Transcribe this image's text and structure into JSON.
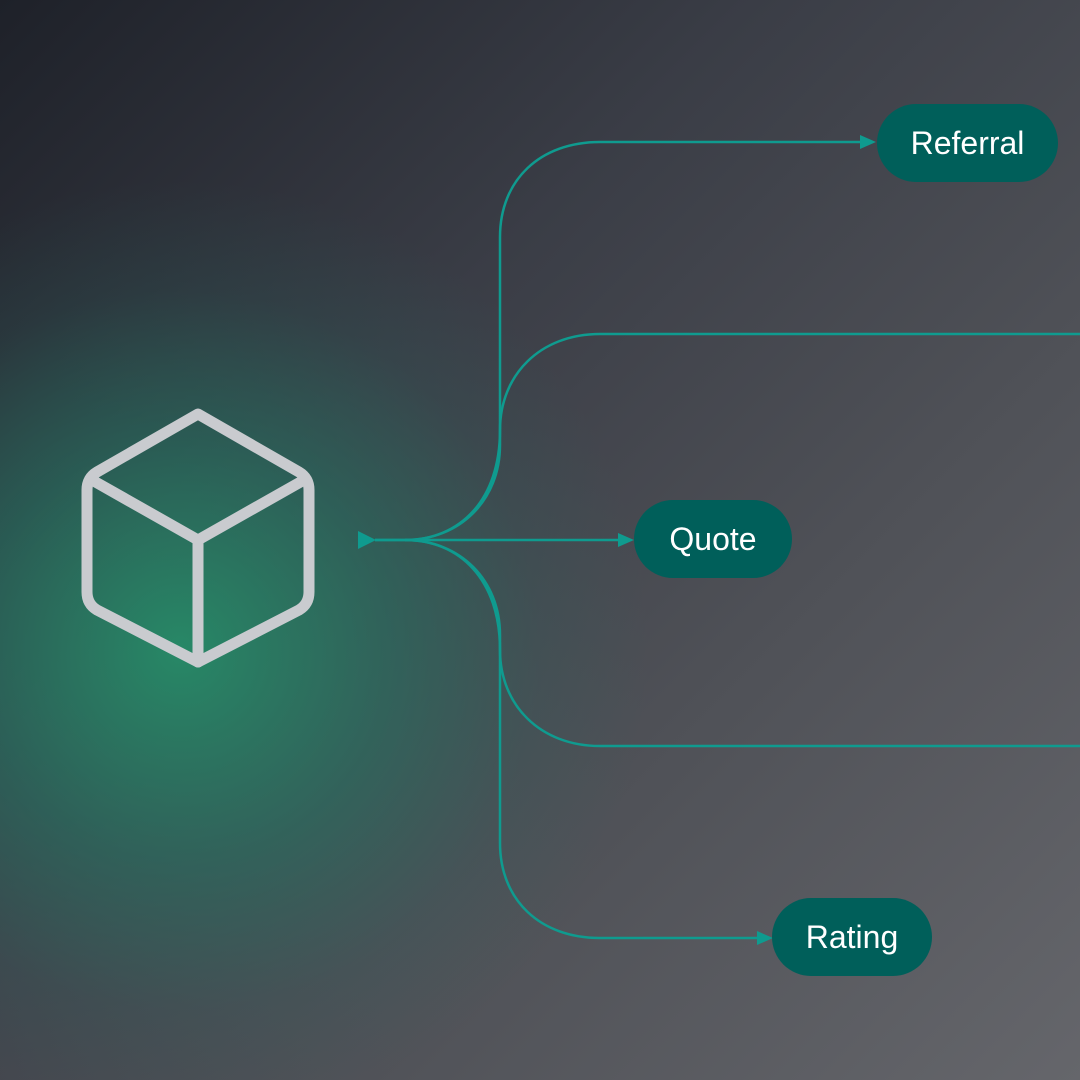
{
  "colors": {
    "pill_fill": "#005f5a",
    "pill_text": "#ffffff",
    "connector": "#0f9b8f",
    "cube_stroke": "#c9cbcf",
    "glow": "#268c68"
  },
  "source": {
    "icon": "cube-icon"
  },
  "nodes": {
    "referral": "Referral",
    "quote": "Quote",
    "rating": "Rating"
  }
}
